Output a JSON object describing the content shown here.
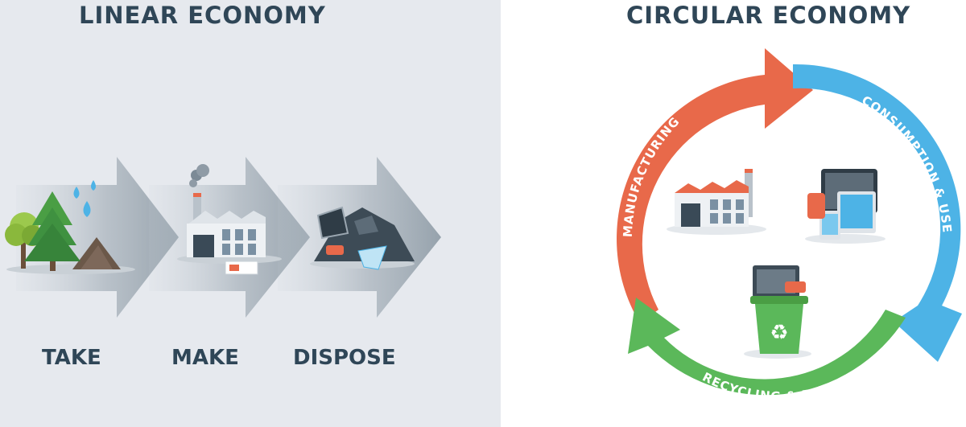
{
  "linear": {
    "title": "LINEAR ECONOMY",
    "steps": [
      {
        "label": "TAKE"
      },
      {
        "label": "MAKE"
      },
      {
        "label": "DISPOSE"
      }
    ]
  },
  "circular": {
    "title": "CIRCULAR ECONOMY",
    "stages": [
      {
        "label": "MANUFACTURING",
        "color": "#e8694a"
      },
      {
        "label": "CONSUMPTION & USE",
        "color": "#4db3e6"
      },
      {
        "label": "RECYCLING & REUSE",
        "color": "#5bb85a"
      }
    ]
  },
  "colors": {
    "title_text": "#2f4657",
    "arrow": "#9aa6b0",
    "left_background": "#e6e9ee"
  }
}
